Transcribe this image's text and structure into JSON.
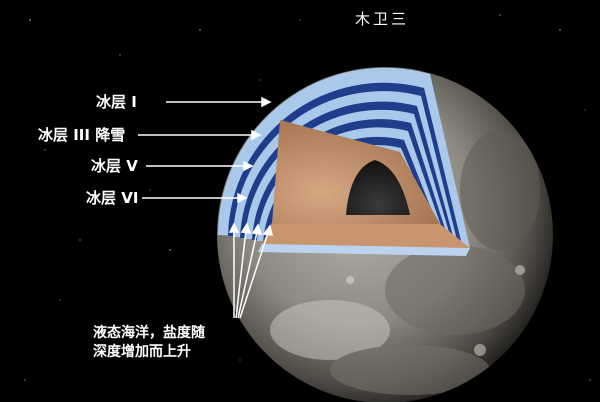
{
  "title": "木卫三",
  "layers": [
    {
      "label": "冰层 I"
    },
    {
      "label": "冰层 III 降雪"
    },
    {
      "label": "冰层 V"
    },
    {
      "label": "冰层 VI"
    }
  ],
  "ocean_note": {
    "line1": "液态海洋，盐度随",
    "line2": "深度增加而上升"
  }
}
